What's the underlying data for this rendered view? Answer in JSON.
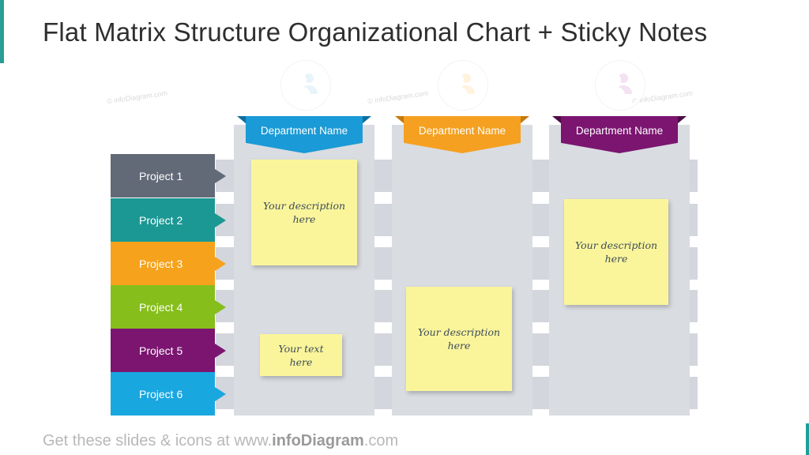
{
  "title": "Flat Matrix Structure Organizational Chart + Sticky Notes",
  "watermark": "© infoDiagram.com",
  "departments": [
    {
      "label": "Department Name",
      "color": "#1a9ad6",
      "icon": "people-icon"
    },
    {
      "label": "Department Name",
      "color": "#f5a020",
      "icon": "people-icon"
    },
    {
      "label": "Department Name",
      "color": "#7b1570",
      "icon": "people-icon"
    }
  ],
  "projects": [
    {
      "label": "Project 1",
      "color": "#626a78"
    },
    {
      "label": "Project 2",
      "color": "#1b9894"
    },
    {
      "label": "Project 3",
      "color": "#f6a21c"
    },
    {
      "label": "Project 4",
      "color": "#86be1b"
    },
    {
      "label": "Project 5",
      "color": "#7b1570"
    },
    {
      "label": "Project 6",
      "color": "#19a7e0"
    }
  ],
  "notes": [
    {
      "text": "Your description here"
    },
    {
      "text": "Your text here"
    },
    {
      "text": "Your description here"
    },
    {
      "text": "Your description here"
    }
  ],
  "footer": {
    "prefix": "Get these slides & icons at www.",
    "brand": "infoDiagram",
    "suffix": ".com"
  }
}
